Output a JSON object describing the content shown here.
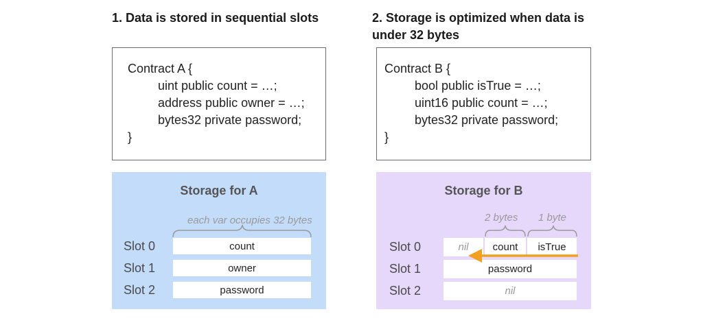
{
  "left": {
    "heading": "1. Data is stored in sequential slots",
    "code": [
      "Contract A {",
      "uint public count = …;",
      "address public owner = …;",
      "bytes32 private password;",
      "}"
    ],
    "storage": {
      "title": "Storage for A",
      "annotation": "each var occupies 32 bytes",
      "slots": [
        {
          "label": "Slot 0",
          "value": "count"
        },
        {
          "label": "Slot 1",
          "value": "owner"
        },
        {
          "label": "Slot 2",
          "value": "password"
        }
      ]
    }
  },
  "right": {
    "heading_line1": "2. Storage is optimized when data is",
    "heading_line2": "under 32 bytes",
    "code": [
      "Contract B {",
      "bool public isTrue = …;",
      "uint16 public count = …;",
      "bytes32 private password;",
      "}"
    ],
    "storage": {
      "title": "Storage for B",
      "annotation_count": "2 bytes",
      "annotation_istrue": "1 byte",
      "slots": [
        {
          "label": "Slot 0",
          "nil": "nil",
          "count": "count",
          "istrue": "isTrue"
        },
        {
          "label": "Slot 1",
          "value": "password"
        },
        {
          "label": "Slot 2",
          "value": "nil"
        }
      ]
    }
  },
  "colors": {
    "storage_a_bg": "#c3dcfa",
    "storage_b_bg": "#e6d8fa",
    "arrow": "#f2a01e",
    "brace": "#9a9a9a"
  }
}
